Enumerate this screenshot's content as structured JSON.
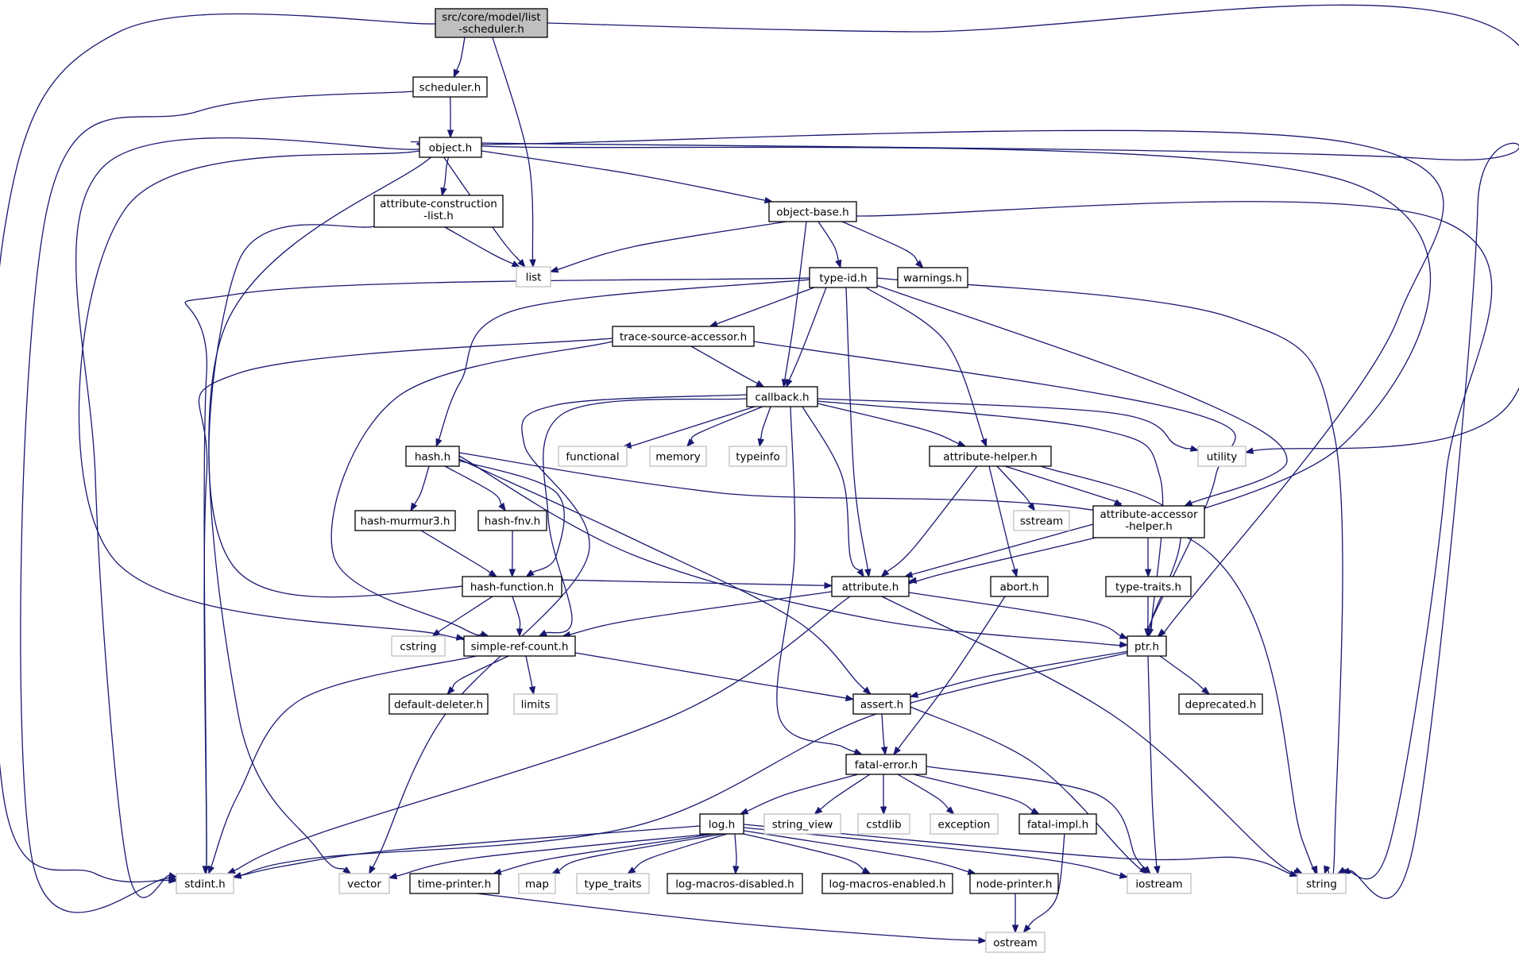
{
  "colors": {
    "edge": "#191970",
    "root_fill": "#bfbfbf",
    "box_border": "#000000",
    "external_border": "#bfbfbf"
  },
  "nodes": {
    "root": [
      "src/core/model/list",
      "-scheduler.h"
    ],
    "scheduler": [
      "scheduler.h"
    ],
    "object": [
      "object.h"
    ],
    "attrcons": [
      "attribute-construction",
      "-list.h"
    ],
    "objbase": [
      "object-base.h"
    ],
    "list": [
      "list"
    ],
    "typeid": [
      "type-id.h"
    ],
    "warnings": [
      "warnings.h"
    ],
    "trace": [
      "trace-source-accessor.h"
    ],
    "callback": [
      "callback.h"
    ],
    "hash": [
      "hash.h"
    ],
    "functional": [
      "functional"
    ],
    "memory": [
      "memory"
    ],
    "typeinfo": [
      "typeinfo"
    ],
    "attrhelper": [
      "attribute-helper.h"
    ],
    "utility": [
      "utility"
    ],
    "murmur": [
      "hash-murmur3.h"
    ],
    "fnv": [
      "hash-fnv.h"
    ],
    "sstream": [
      "sstream"
    ],
    "accessor": [
      "attribute-accessor",
      "-helper.h"
    ],
    "hashfunc": [
      "hash-function.h"
    ],
    "attribute": [
      "attribute.h"
    ],
    "abort": [
      "abort.h"
    ],
    "typetraits": [
      "type-traits.h"
    ],
    "cstring": [
      "cstring"
    ],
    "simpleref": [
      "simple-ref-count.h"
    ],
    "ptr": [
      "ptr.h"
    ],
    "deleter": [
      "default-deleter.h"
    ],
    "limits": [
      "limits"
    ],
    "assert": [
      "assert.h"
    ],
    "deprecated": [
      "deprecated.h"
    ],
    "fatalerror": [
      "fatal-error.h"
    ],
    "log": [
      "log.h"
    ],
    "stringview": [
      "string_view"
    ],
    "cstdlib": [
      "cstdlib"
    ],
    "exception": [
      "exception"
    ],
    "fatalimpl": [
      "fatal-impl.h"
    ],
    "stdint": [
      "stdint.h"
    ],
    "vector": [
      "vector"
    ],
    "timeprinter": [
      "time-printer.h"
    ],
    "map": [
      "map"
    ],
    "typetraitsstd": [
      "type_traits"
    ],
    "logdisabled": [
      "log-macros-disabled.h"
    ],
    "logenabled": [
      "log-macros-enabled.h"
    ],
    "nodeprinter": [
      "node-printer.h"
    ],
    "iostream": [
      "iostream"
    ],
    "string": [
      "string"
    ],
    "ostream": [
      "ostream"
    ]
  }
}
